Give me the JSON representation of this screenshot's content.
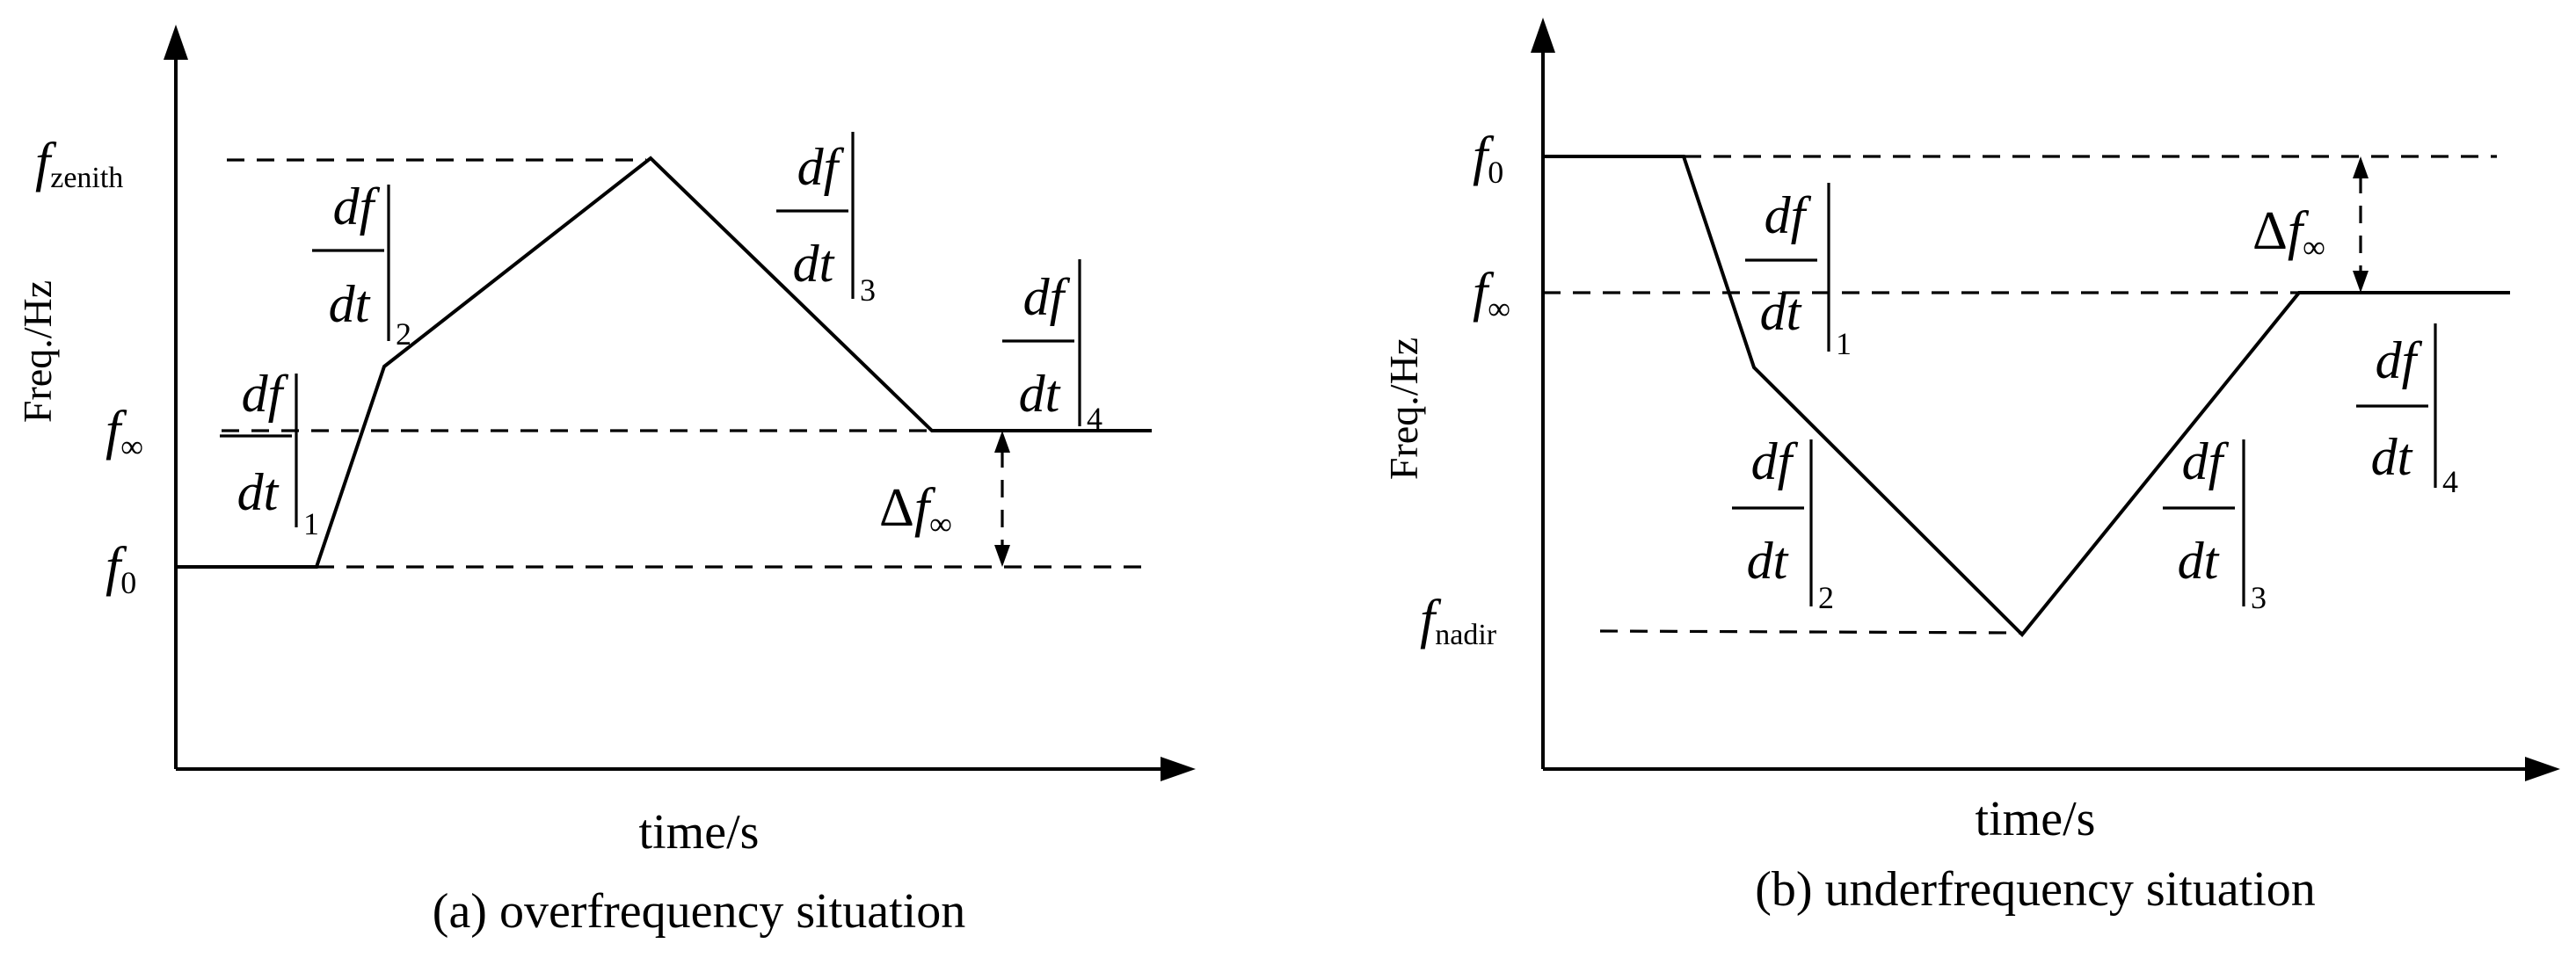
{
  "panel_a": {
    "y_axis_label": "Freq./Hz",
    "x_axis_label": "time/s",
    "caption": "(a) overfrequency situation",
    "level_labels": {
      "f_zenith": {
        "base": "f",
        "sub": "zenith"
      },
      "f_inf": {
        "base": "f",
        "sub": "∞"
      },
      "f_0": {
        "base": "f",
        "sub": "0"
      }
    },
    "delta_label": {
      "prefix": "Δ",
      "base": "f",
      "sub": "∞"
    },
    "derivatives": [
      {
        "num": "df",
        "den": "dt",
        "index": "1"
      },
      {
        "num": "df",
        "den": "dt",
        "index": "2"
      },
      {
        "num": "df",
        "den": "dt",
        "index": "3"
      },
      {
        "num": "df",
        "den": "dt",
        "index": "4"
      }
    ]
  },
  "panel_b": {
    "y_axis_label": "Freq./Hz",
    "x_axis_label": "time/s",
    "caption": "(b) underfrequency situation",
    "level_labels": {
      "f_0": {
        "base": "f",
        "sub": "0"
      },
      "f_inf": {
        "base": "f",
        "sub": "∞"
      },
      "f_nadir": {
        "base": "f",
        "sub": "nadir"
      }
    },
    "delta_label": {
      "prefix": "Δ",
      "base": "f",
      "sub": "∞"
    },
    "derivatives": [
      {
        "num": "df",
        "den": "dt",
        "index": "1"
      },
      {
        "num": "df",
        "den": "dt",
        "index": "2"
      },
      {
        "num": "df",
        "den": "dt",
        "index": "3"
      },
      {
        "num": "df",
        "den": "dt",
        "index": "4"
      }
    ]
  }
}
